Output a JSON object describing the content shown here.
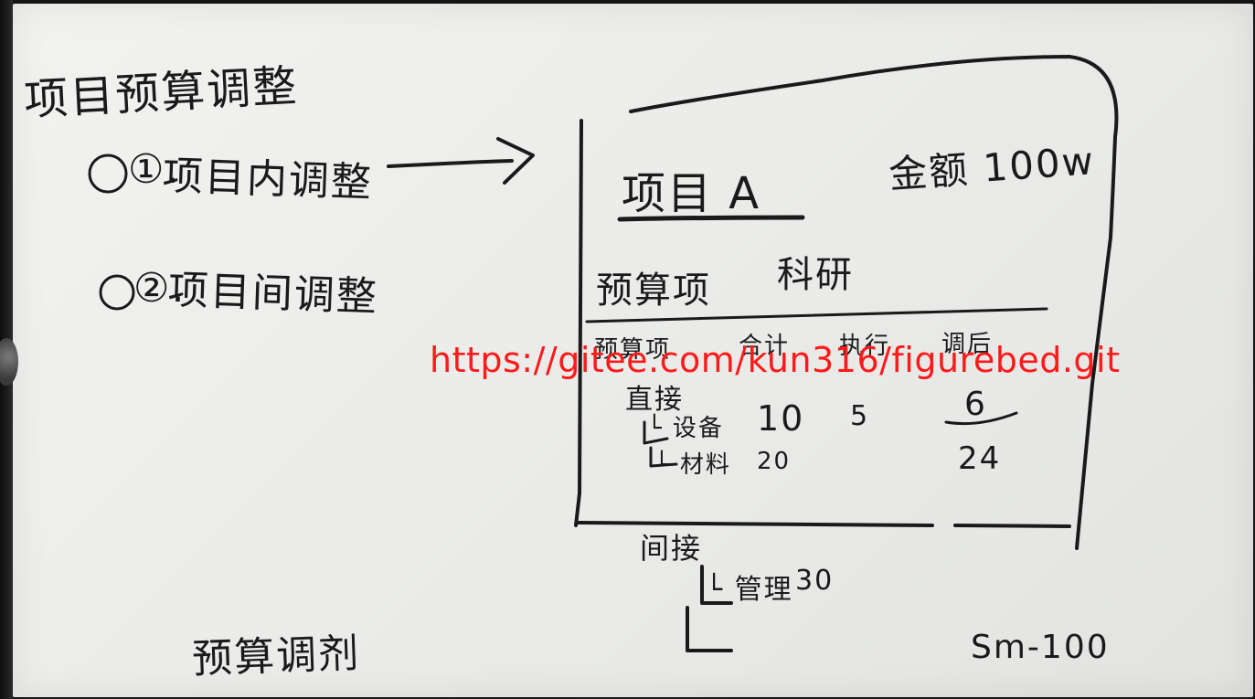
{
  "whiteboard": {
    "title": "项目预算调整",
    "items": [
      {
        "marker": "①.",
        "text": "项目内调整"
      },
      {
        "marker": "②.",
        "text": "项目间调整"
      }
    ],
    "box": {
      "project": "项目 A",
      "amount": "金额 100w",
      "row_label": "预算项",
      "row_value": "科研",
      "headers": [
        "预算项",
        "合计",
        "执行",
        "调后"
      ],
      "rows": [
        {
          "name": "直接",
          "total": "",
          "exec": "",
          "after": ""
        },
        {
          "name": "└ 设备",
          "total": "10",
          "exec": "5",
          "after": "6"
        },
        {
          "name": "└ 材料",
          "total": "20",
          "exec": "",
          "after": "24"
        }
      ],
      "below": [
        {
          "name": "间接",
          "value": ""
        },
        {
          "name": "└ 管理",
          "value": "30"
        },
        {
          "name": "└",
          "value": ""
        }
      ]
    },
    "footer_left": "预算调剂",
    "footer_right": "Sm-100"
  },
  "watermark": "https://gitee.com/kun316/figurebed.git",
  "colors": {
    "ink": "#1a1a1a",
    "watermark": "#ff1a1a",
    "board": "#ecedeb"
  }
}
